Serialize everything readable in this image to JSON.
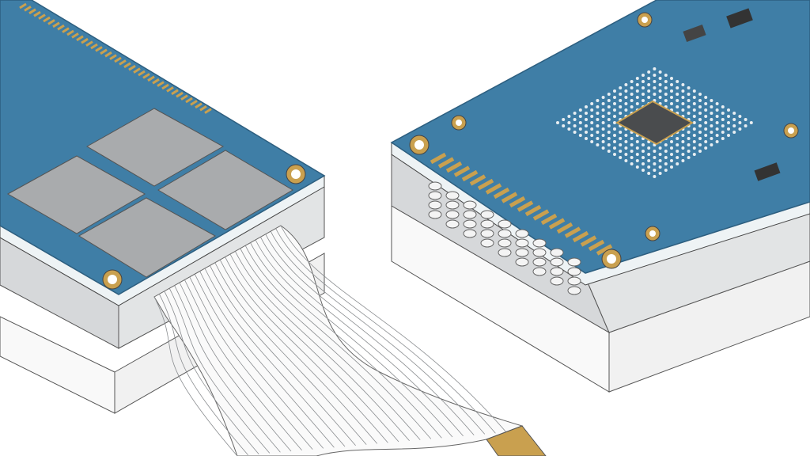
{
  "colors": {
    "background": "#ffffff",
    "pcb_blue": "#3f7ea6",
    "pcb_edge": "#2d5f80",
    "chip_gray": "#a9abad",
    "gold": "#c9a04f",
    "base_white": "#f7f7f7",
    "layer_gray": "#cfd2d4",
    "cable_line": "#8a8d90",
    "ic_dark": "#4a4c4e"
  },
  "icons": {
    "left_board": "pcb-board-with-memory-chips",
    "right_board": "pcb-board-with-bga-chip",
    "cable": "flexible-ribbon-cable"
  }
}
